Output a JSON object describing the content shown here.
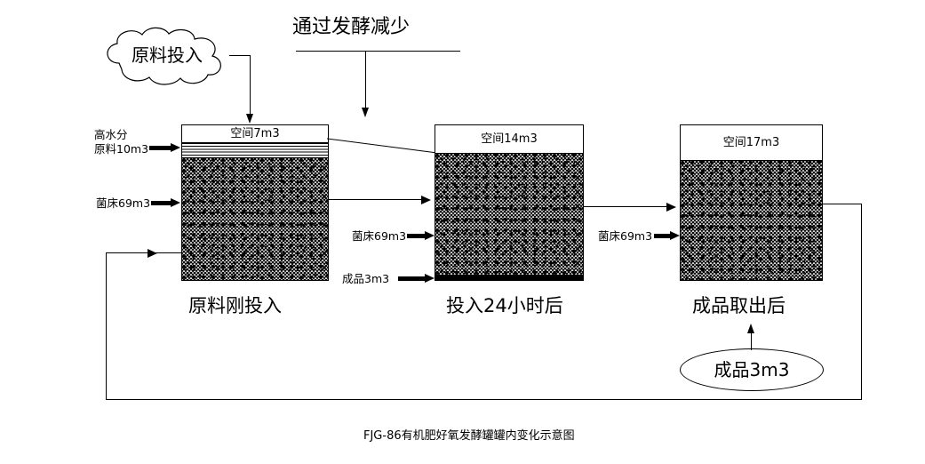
{
  "diagram": {
    "banner": "通过发酵减少",
    "source_cloud": "原料投入",
    "output_ellipse": "成品3m3",
    "footer": "FJG-86有机肥好氧发酵罐罐内变化示意图"
  },
  "tanks": [
    {
      "caption": "原料刚投入",
      "headspace": "空间7m3",
      "labels": {
        "feed_line1": "高水分",
        "feed_line2": "原料10m3",
        "bed": "菌床69m3"
      }
    },
    {
      "caption": "投入24小时后",
      "headspace": "空间14m3",
      "labels": {
        "bed": "菌床69m3",
        "product": "成品3m3"
      }
    },
    {
      "caption": "成品取出后",
      "headspace": "空间17m3",
      "labels": {
        "bed": "菌床69m3"
      }
    }
  ],
  "colors": {
    "line": "#000000",
    "background": "#ffffff",
    "bed_fill": "#d9d9d9",
    "product_fill": "#000000"
  }
}
